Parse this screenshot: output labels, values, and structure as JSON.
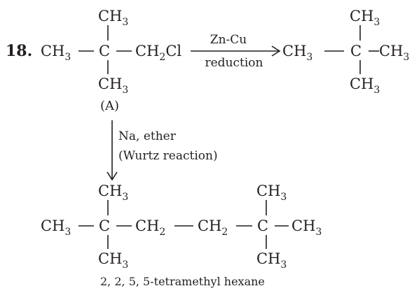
{
  "question": {
    "number": "18."
  },
  "compound_a": {
    "top_substituent": {
      "base": "CH",
      "sub": "3"
    },
    "left_group": {
      "base": "CH",
      "sub": "3"
    },
    "center_atom": "C",
    "right_group": {
      "base": "CH",
      "sub": "2",
      "tail": "Cl"
    },
    "bottom_substituent": {
      "base": "CH",
      "sub": "3"
    },
    "label": "(A)"
  },
  "reaction_1": {
    "reagent": "Zn-Cu",
    "condition": "reduction"
  },
  "product_1": {
    "top_substituent": {
      "base": "CH",
      "sub": "3"
    },
    "left_group": {
      "base": "CH",
      "sub": "3"
    },
    "center_atom": "C",
    "right_group": {
      "base": "CH",
      "sub": "3"
    },
    "bottom_substituent": {
      "base": "CH",
      "sub": "3"
    }
  },
  "reaction_2": {
    "reagent": "Na, ether",
    "condition": "(Wurtz reaction)"
  },
  "product_2": {
    "left_group": {
      "base": "CH",
      "sub": "3"
    },
    "c1": "C",
    "c1_top": {
      "base": "CH",
      "sub": "3"
    },
    "c1_bottom": {
      "base": "CH",
      "sub": "3"
    },
    "mid_group_1": {
      "base": "CH",
      "sub": "2"
    },
    "mid_group_2": {
      "base": "CH",
      "sub": "2"
    },
    "c2": "C",
    "c2_top": {
      "base": "CH",
      "sub": "3"
    },
    "c2_bottom": {
      "base": "CH",
      "sub": "3"
    },
    "right_group": {
      "base": "CH",
      "sub": "3"
    },
    "name": "2, 2, 5, 5-tetramethyl hexane"
  }
}
